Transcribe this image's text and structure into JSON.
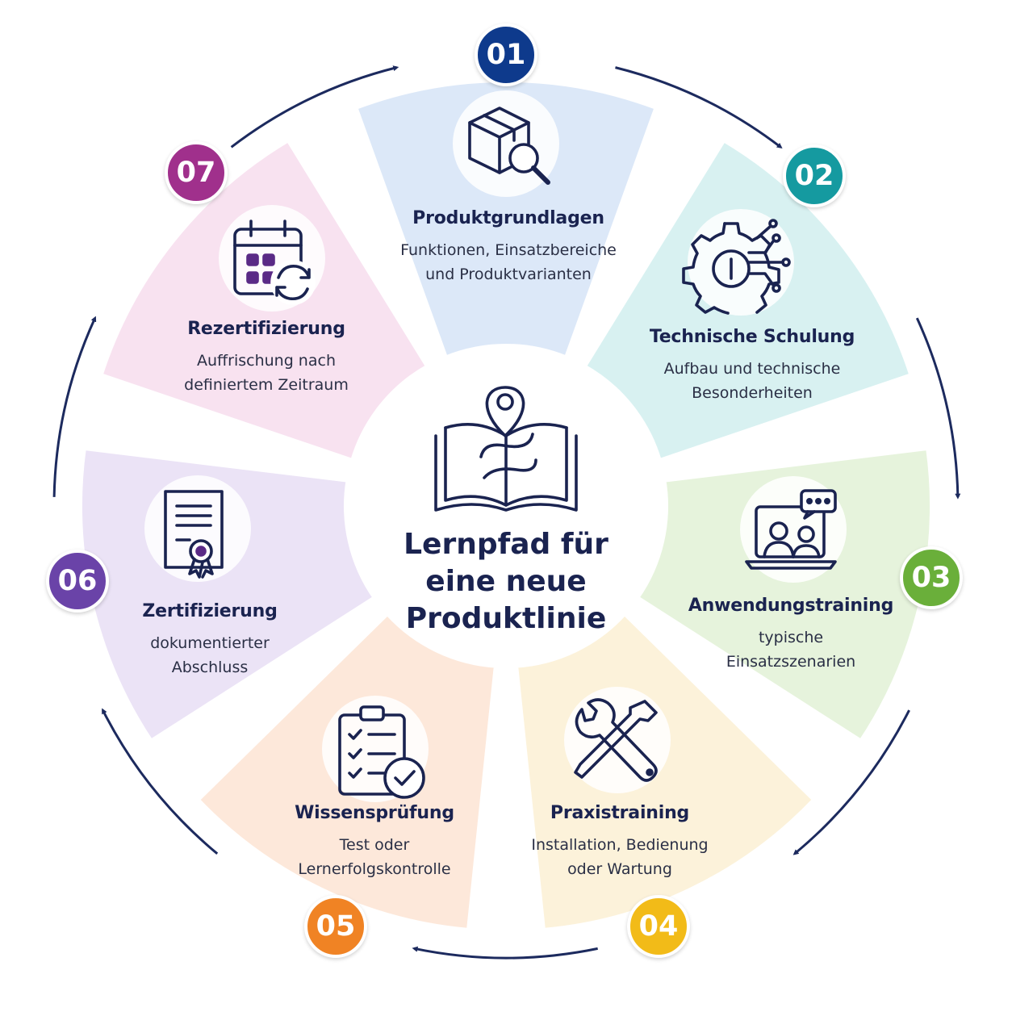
{
  "center": {
    "title_lines": [
      "Lernpfad für",
      "eine neue",
      "Produktlinie"
    ],
    "icon": "book-map-pin-icon"
  },
  "steps": [
    {
      "number": "01",
      "title": "Produktgrundlagen",
      "description": [
        "Funktionen, Einsatzbereiche",
        "und Produktvarianten"
      ],
      "color": "#0e3a8c",
      "segment_color": "#dce8f8",
      "icon": "box-search-icon"
    },
    {
      "number": "02",
      "title": "Technische Schulung",
      "description": [
        "Aufbau und technische",
        "Besonderheiten"
      ],
      "color": "#159aa0",
      "segment_color": "#d8f1f1",
      "icon": "gear-circuit-icon"
    },
    {
      "number": "03",
      "title": "Anwendungstraining",
      "description": [
        "typische",
        "Einsatzszenarien"
      ],
      "color": "#6aaf3a",
      "segment_color": "#e6f3dc",
      "icon": "video-conference-icon"
    },
    {
      "number": "04",
      "title": "Praxistraining",
      "description": [
        "Installation, Bedienung",
        "oder Wartung"
      ],
      "color": "#f2bb18",
      "segment_color": "#fcf2da",
      "icon": "wrench-screwdriver-icon"
    },
    {
      "number": "05",
      "title": "Wissensprüfung",
      "description": [
        "Test oder",
        "Lernerfolgskontrolle"
      ],
      "color": "#f08324",
      "segment_color": "#fde8da",
      "icon": "checklist-icon"
    },
    {
      "number": "06",
      "title": "Zertifizierung",
      "description": [
        "dokumentierter",
        "Abschluss"
      ],
      "color": "#6a43a8",
      "segment_color": "#ebe3f6",
      "icon": "certificate-icon"
    },
    {
      "number": "07",
      "title": "Rezertifizierung",
      "description": [
        "Auffrischung nach",
        "definiertem Zeitraum"
      ],
      "color": "#a0308c",
      "segment_color": "#f8e2f0",
      "icon": "calendar-refresh-icon"
    }
  ],
  "colors": {
    "text": "#1a2350",
    "ring": "#1c2a5e",
    "icon_stroke": "#1a2350",
    "icon_accent": "#5a2a86"
  }
}
